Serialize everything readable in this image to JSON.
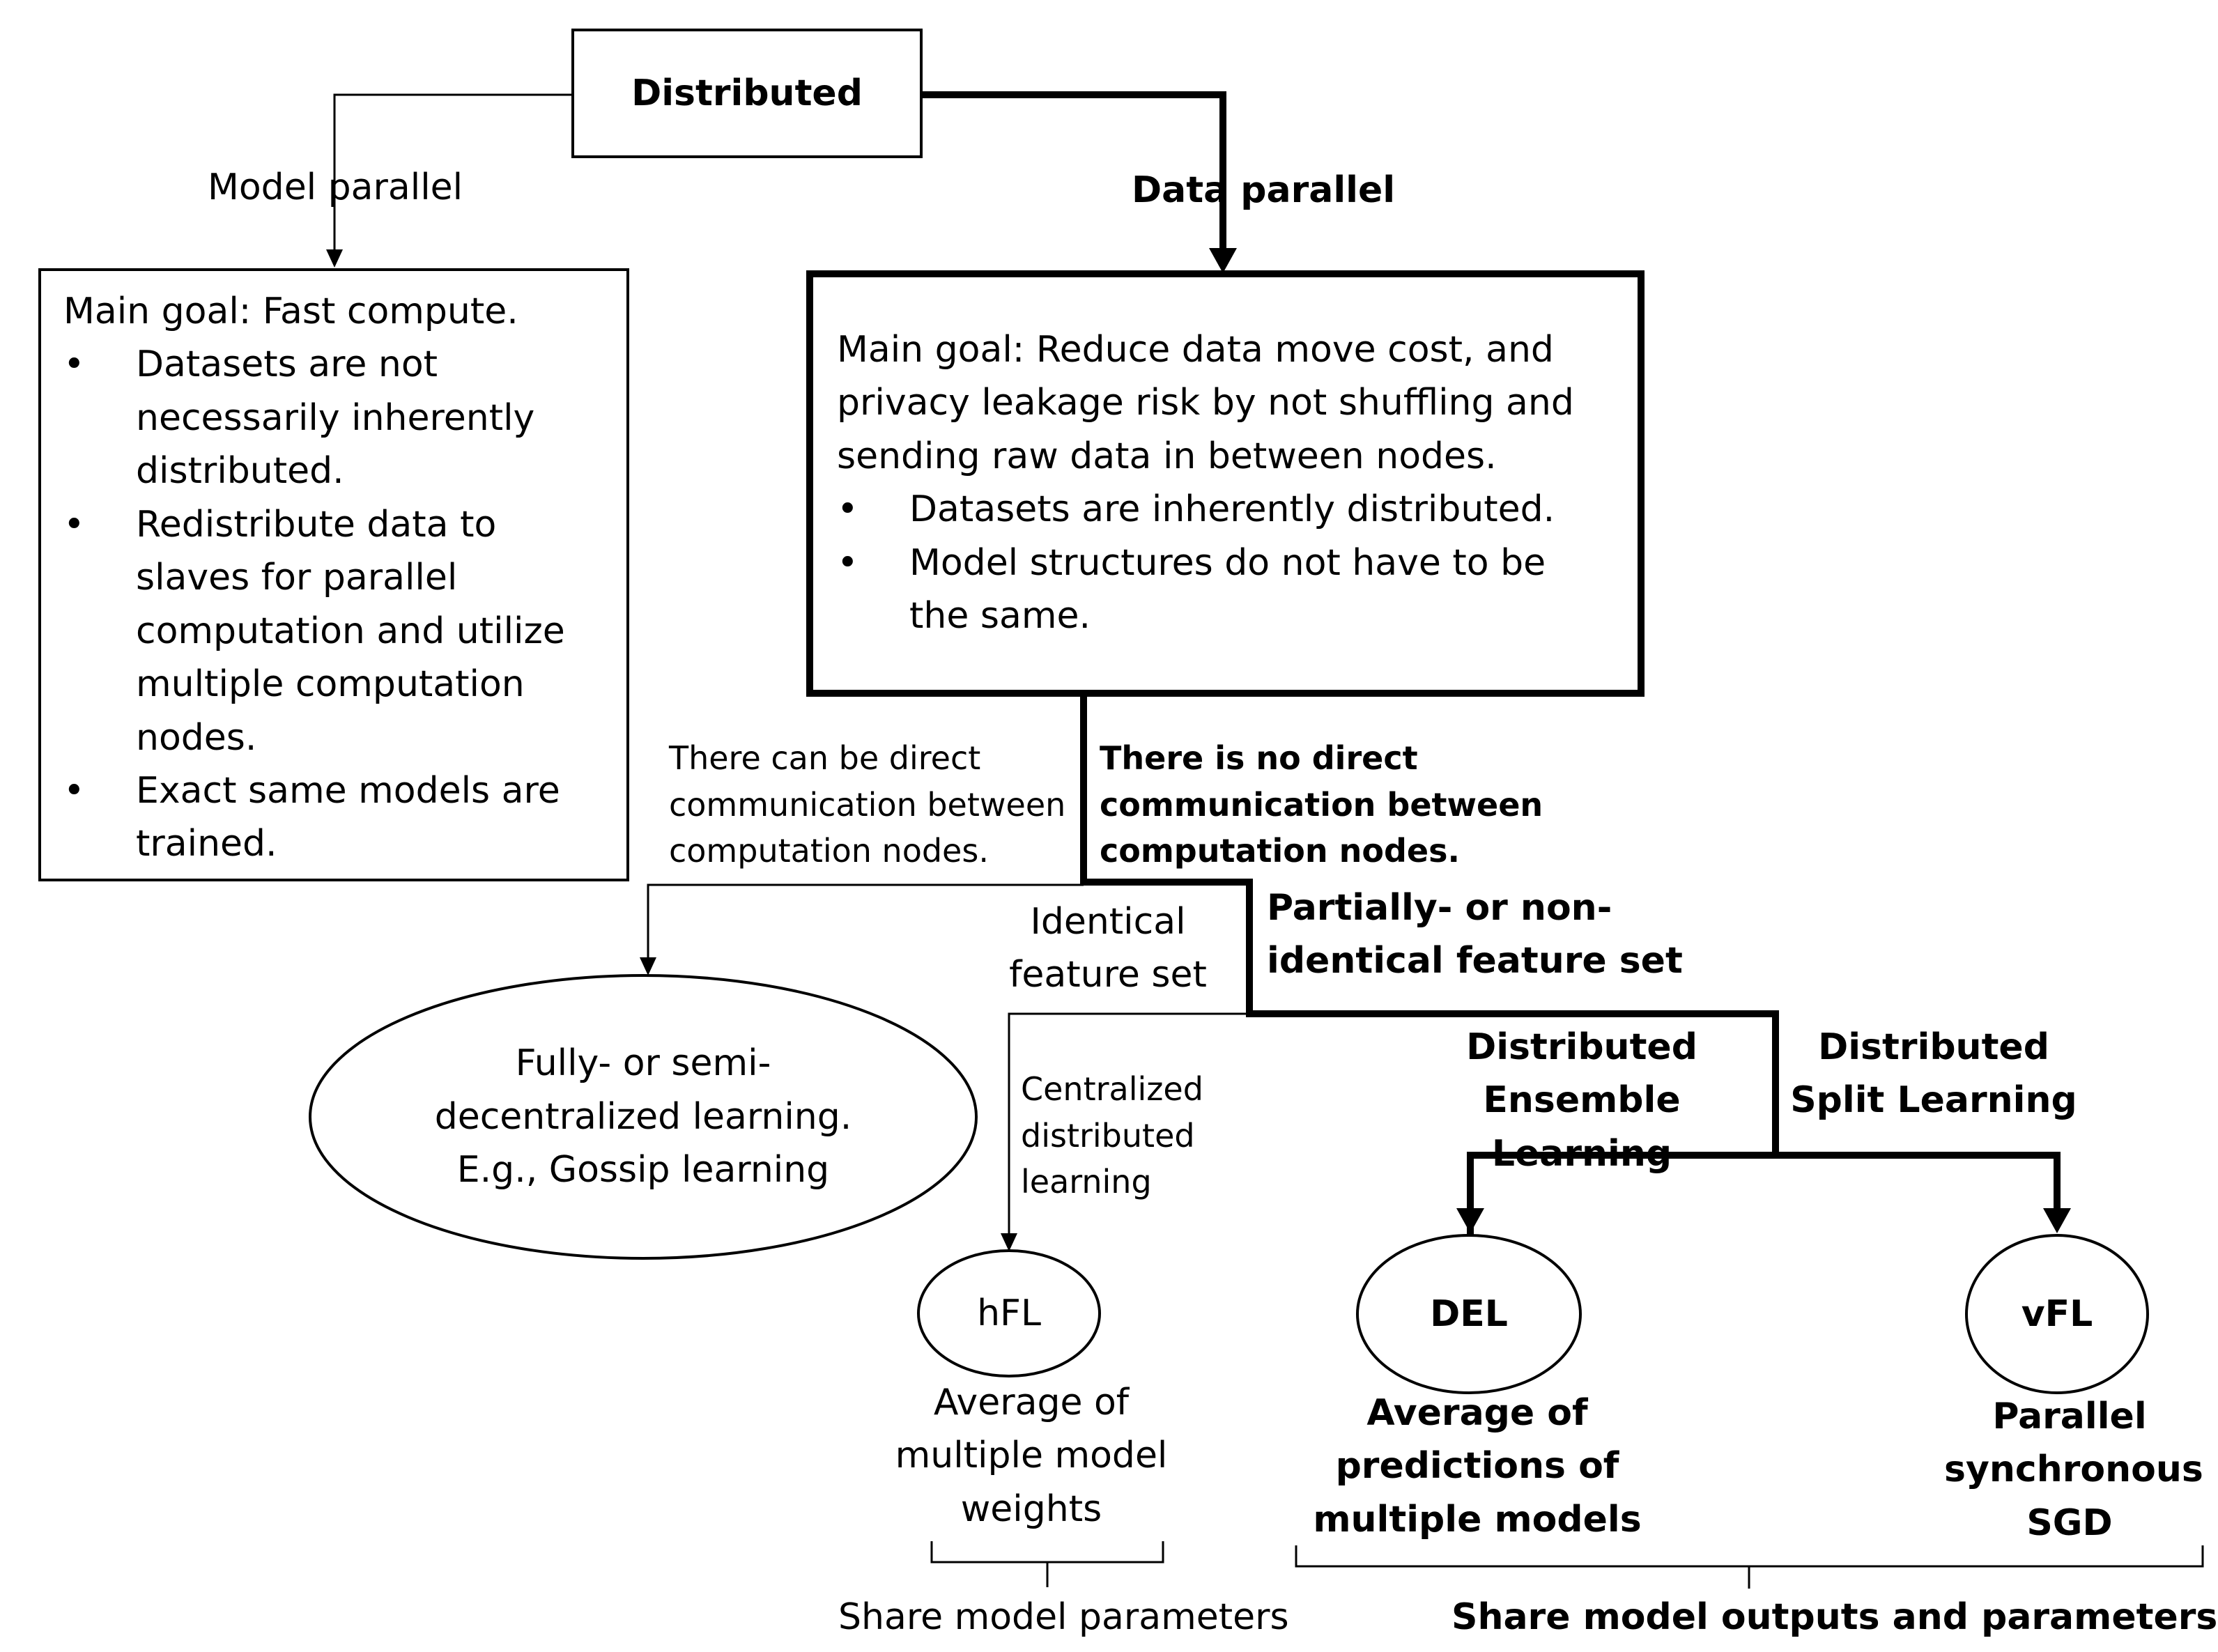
{
  "root": {
    "label": "Distributed"
  },
  "branches": {
    "model_parallel": "Model parallel",
    "data_parallel": "Data parallel"
  },
  "model_parallel_box": {
    "goal": "Main goal: Fast compute.",
    "bullets": [
      "Datasets are not necessarily inherently distributed.",
      "Redistribute data to slaves for parallel computation and utilize multiple computation nodes.",
      "Exact same models are trained."
    ]
  },
  "data_parallel_box": {
    "goal": "Main goal: Reduce data move cost, and privacy leakage risk by not shuffling and sending raw data in between nodes.",
    "bullets": [
      "Datasets are inherently distributed.",
      "Model structures do not have to be the same."
    ]
  },
  "communication": {
    "direct": "There can be direct communication between computation nodes.",
    "no_direct": "There is no direct communication between computation nodes."
  },
  "feature_sets": {
    "identical": "Identical feature set",
    "partial": "Partially- or non-identical feature set"
  },
  "learning_types": {
    "del": "Distributed Ensemble Learning",
    "split": "Distributed Split Learning",
    "centralized": "Centralized distributed learning"
  },
  "nodes": {
    "decentralized": "Fully- or semi-decentralized learning. E.g., Gossip learning",
    "hfl": "hFL",
    "del": "DEL",
    "vfl": "vFL"
  },
  "methods": {
    "hfl": "Average of multiple model weights",
    "del": "Average of predictions of multiple models",
    "vfl": "Parallel synchronous SGD"
  },
  "shares": {
    "params": "Share model parameters",
    "outputs": "Share model outputs and parameters"
  }
}
